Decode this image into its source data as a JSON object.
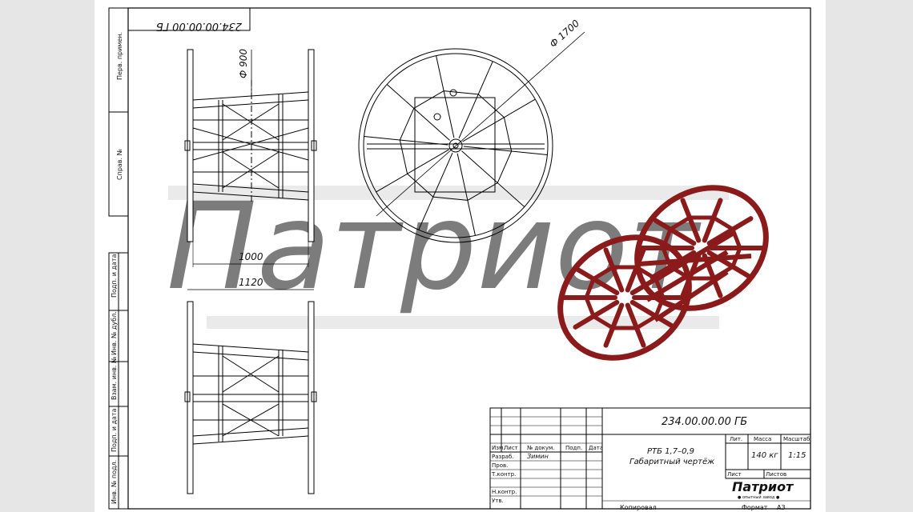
{
  "watermark_text": "Патриот",
  "doc_code": "234.00.00.00 ГБ",
  "doc_code_mirrored": "234.00.00.00 ГБ",
  "side_labels": [
    "Перв. примен.",
    "Справ. №",
    "Подп. и дата",
    "Инв. № дубл.",
    "Взам. инв. №",
    "Подп. и дата",
    "Инв. № подл."
  ],
  "dimensions": {
    "dia_inner": "Ф 900",
    "dia_outer": "Ф 1700",
    "width_inner": "1000",
    "width_outer": "1120"
  },
  "title_block": {
    "code": "234.00.00.00 ГБ",
    "name_line1": "РТБ 1,7–0,9",
    "name_line2": "Габаритный чертёж",
    "col_izm": "Изм.",
    "col_list": "Лист",
    "col_doc": "№ докум.",
    "col_sign": "Подп.",
    "col_date": "Дата",
    "row_razrab": "Разраб.",
    "razrab_name": "Зимин",
    "row_prov": "Пров.",
    "row_tkontr": "Т.контр.",
    "row_nkontr": "Н.контр.",
    "row_utv": "Утв.",
    "lit_label": "Лит.",
    "mass_label": "Масса",
    "scale_label": "Масштаб",
    "mass_value": "140 кг",
    "scale_value": "1:15",
    "sheet_label": "Лист",
    "sheets_label": "Листов",
    "logo_text": "Патриот",
    "logo_sub": "● опытный завод ●",
    "copied": "Копировал",
    "format_label": "Формат",
    "format_value": "А3"
  },
  "colors": {
    "reel": "#8b1a1a",
    "line": "#000000",
    "watermark": "#cfcfcf"
  }
}
